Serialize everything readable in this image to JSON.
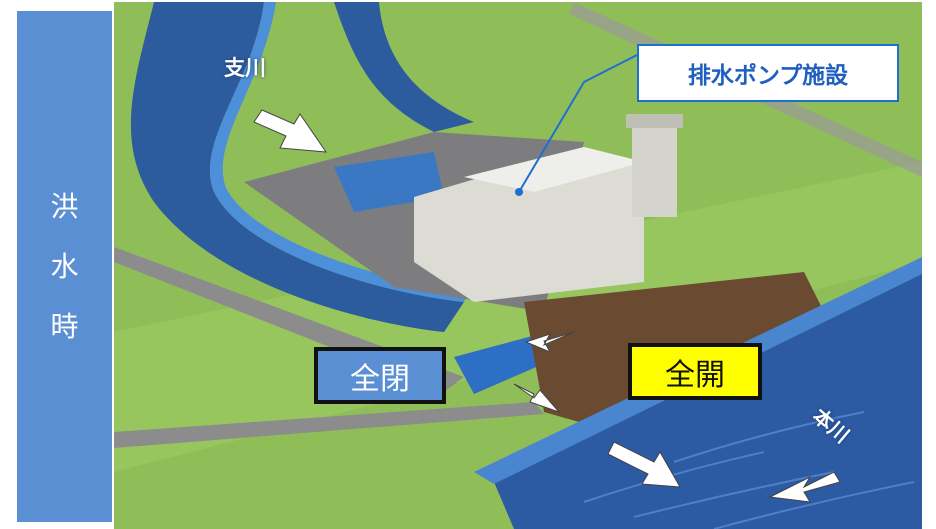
{
  "side_panel": {
    "chars": [
      "洪",
      "水",
      "時"
    ]
  },
  "labels": {
    "pump_facility": "排水ポンプ施設",
    "gate_closed": "全閉",
    "gate_open": "全開",
    "tributary": "支川",
    "main_river": "本川"
  },
  "colors": {
    "panel_blue": "#5b8fd3",
    "callout_border": "#1f6fd0",
    "open_yellow": "#ffff00",
    "grass": "#8fbe58",
    "water": "#2e5fa8"
  }
}
